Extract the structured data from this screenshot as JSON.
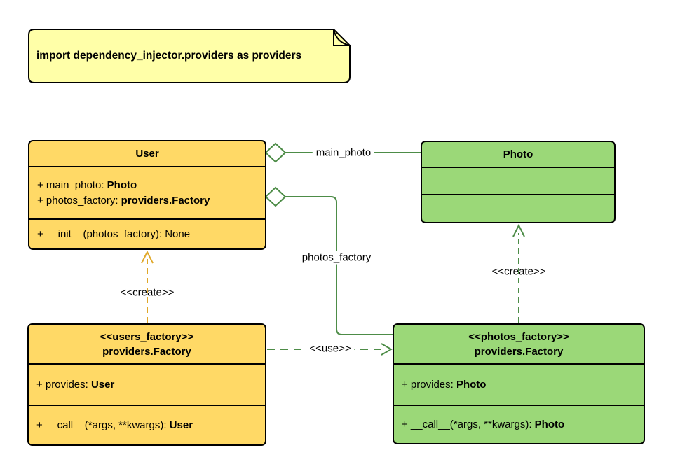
{
  "note": {
    "text": "import dependency_injector.providers as providers"
  },
  "classes": {
    "user": {
      "title": "User",
      "attributes": [
        {
          "name": "+ main_photo: ",
          "type": "Photo"
        },
        {
          "name": "+ photos_factory: ",
          "type": "providers.Factory"
        }
      ],
      "methods": [
        {
          "name": "+ __init__(photos_factory): None",
          "type": ""
        }
      ]
    },
    "photo": {
      "title": "Photo"
    },
    "users_factory": {
      "stereotype": "<<users_factory>>",
      "title": "providers.Factory",
      "attributes": [
        {
          "name": "+ provides: ",
          "type": "User"
        }
      ],
      "methods": [
        {
          "name": "+ __call__(*args, **kwargs): ",
          "type": "User"
        }
      ]
    },
    "photos_factory": {
      "stereotype": "<<photos_factory>>",
      "title": "providers.Factory",
      "attributes": [
        {
          "name": "+ provides: ",
          "type": "Photo"
        }
      ],
      "methods": [
        {
          "name": "+ __call__(*args, **kwargs): ",
          "type": "Photo"
        }
      ]
    }
  },
  "edges": {
    "main_photo_label": "main_photo",
    "photos_factory_label": "photos_factory",
    "use_label": "<<use>>",
    "create_user_label": "<<create>>",
    "create_photo_label": "<<create>>"
  },
  "colors": {
    "yellow_fill": "#FFD966",
    "green_fill": "#9BD878",
    "note_fill": "#FFFFA8",
    "edge_green": "#4D8C47",
    "edge_amber": "#E0A829"
  }
}
